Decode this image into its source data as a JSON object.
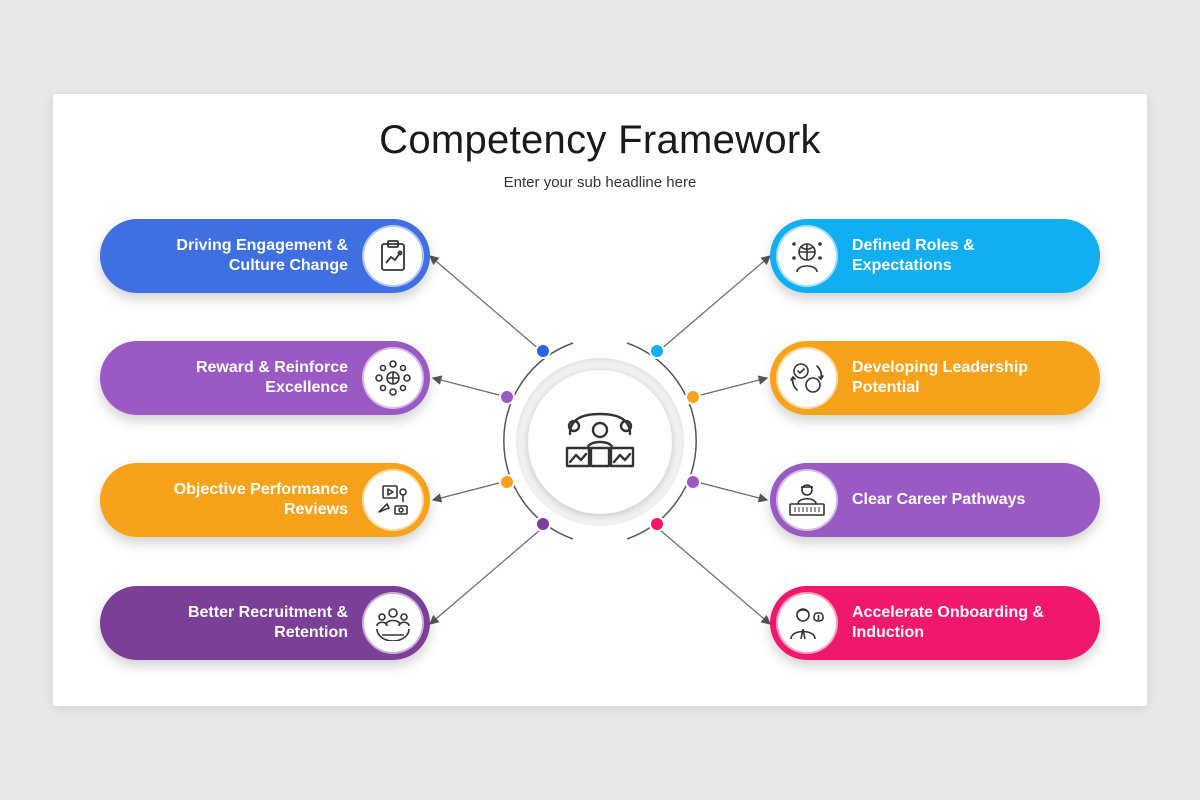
{
  "title": "Competency Framework",
  "subtitle": "Enter your sub headline here",
  "left_items": [
    {
      "line1": "Driving Engagement &",
      "line2": "Culture Change",
      "color": "#3f6fe0",
      "icon": "clipboard-chart-icon"
    },
    {
      "line1": "Reward & Reinforce",
      "line2": "Excellence",
      "color": "#9b59c4",
      "icon": "network-globe-icon"
    },
    {
      "line1": "Objective Performance",
      "line2": "Reviews",
      "color": "#f7a21b",
      "icon": "media-review-icon"
    },
    {
      "line1": "Better Recruitment &",
      "line2": "Retention",
      "color": "#7b3f98",
      "icon": "team-globe-icon"
    }
  ],
  "right_items": [
    {
      "line1": "Defined Roles &",
      "line2": "Expectations",
      "color": "#12aef2",
      "icon": "globe-person-icon"
    },
    {
      "line1": "Developing Leadership",
      "line2": "Potential",
      "color": "#f7a21b",
      "icon": "leadership-cycle-icon"
    },
    {
      "line1": "Clear Career Pathways",
      "line2": "",
      "color": "#9b59c4",
      "icon": "dealer-person-icon"
    },
    {
      "line1": "Accelerate Onboarding &",
      "line2": "Induction",
      "color": "#f0186c",
      "icon": "businessman-money-icon"
    }
  ],
  "center": {
    "icon": "presenter-desk-icon"
  },
  "dot_colors": [
    "#2f63d8",
    "#12aef2",
    "#9b59c4",
    "#f7a21b",
    "#f7a21b",
    "#9b59c4",
    "#7b3f98",
    "#f0186c"
  ]
}
